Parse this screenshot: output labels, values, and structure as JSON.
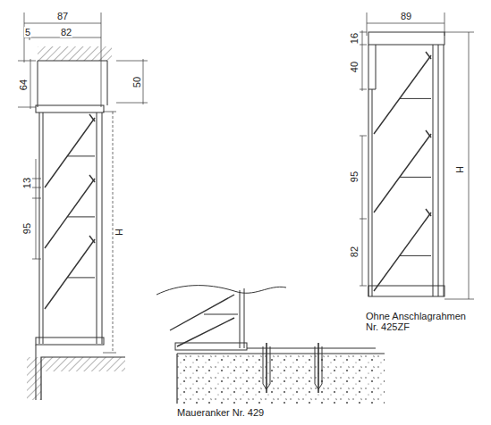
{
  "diagram": {
    "labels": [
      "87",
      "5",
      "82",
      "64",
      "50",
      "13",
      "95",
      "H",
      "89",
      "16",
      "40",
      "95",
      "82",
      "H",
      "Ohne Anschlagrahmen Nr. 425ZF",
      "Maueranker Nr. 429"
    ]
  }
}
